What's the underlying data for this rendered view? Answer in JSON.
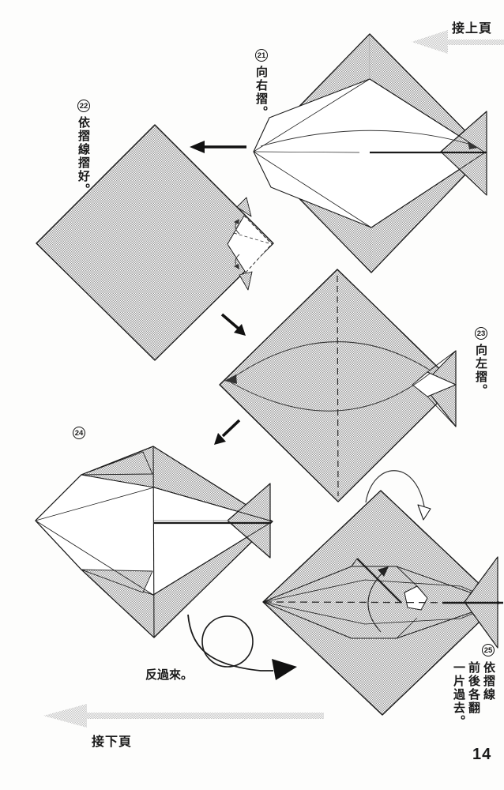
{
  "page": {
    "number": "14",
    "continued_from_label": "接上頁",
    "continued_on_label": "接下頁",
    "turn_over_label": "反過來。"
  },
  "steps": {
    "s21": {
      "num": "21",
      "text": "向右摺。"
    },
    "s22": {
      "num": "22",
      "text": "依摺線摺好。"
    },
    "s23": {
      "num": "23",
      "text": "向左摺。"
    },
    "s24": {
      "num": "24"
    },
    "s25": {
      "num": "25",
      "line1": "依摺線",
      "line2": "前後各翻",
      "line3": "一片過去。"
    }
  },
  "colors": {
    "line": "#1a1a1a",
    "halftone_dot": "#999999",
    "light_halftone_dot": "#c3c3c3",
    "arrow_black": "#111111",
    "background": "#fdfdfc"
  }
}
